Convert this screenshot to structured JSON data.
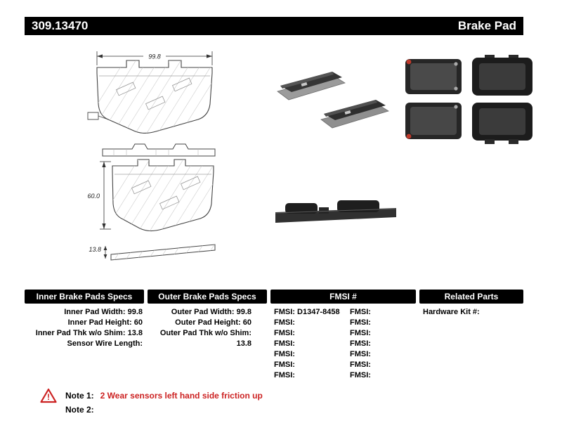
{
  "header": {
    "part_number": "309.13470",
    "product_type": "Brake Pad"
  },
  "drawings": {
    "width_dim": "99.8",
    "height_dim": "60.0",
    "thickness_dim": "13.8"
  },
  "specs": {
    "inner": {
      "title": "Inner Brake Pads Specs",
      "rows": [
        {
          "label": "Inner Pad Width:",
          "value": "99.8"
        },
        {
          "label": "Inner Pad Height:",
          "value": "60"
        },
        {
          "label": "Inner Pad Thk w/o Shim:",
          "value": "13.8"
        },
        {
          "label": "Sensor Wire Length:",
          "value": ""
        }
      ]
    },
    "outer": {
      "title": "Outer Brake Pads Specs",
      "rows": [
        {
          "label": "Outer Pad Width:",
          "value": "99.8"
        },
        {
          "label": "Outer Pad Height:",
          "value": "60"
        },
        {
          "label": "Outer Pad Thk w/o Shim:",
          "value": "13.8"
        }
      ]
    },
    "fmsi": {
      "title": "FMSI #",
      "rows": [
        {
          "l": "FMSI:",
          "lv": "D1347-8458",
          "r": "FMSI:",
          "rv": ""
        },
        {
          "l": "FMSI:",
          "lv": "",
          "r": "FMSI:",
          "rv": ""
        },
        {
          "l": "FMSI:",
          "lv": "",
          "r": "FMSI:",
          "rv": ""
        },
        {
          "l": "FMSI:",
          "lv": "",
          "r": "FMSI:",
          "rv": ""
        },
        {
          "l": "FMSI:",
          "lv": "",
          "r": "FMSI:",
          "rv": ""
        },
        {
          "l": "FMSI:",
          "lv": "",
          "r": "FMSI:",
          "rv": ""
        },
        {
          "l": "FMSI:",
          "lv": "",
          "r": "FMSI:",
          "rv": ""
        }
      ]
    },
    "related": {
      "title": "Related Parts",
      "rows": [
        {
          "label": "Hardware Kit #:",
          "value": ""
        }
      ]
    }
  },
  "notes": {
    "note1_label": "Note 1:",
    "note1_text": "2 Wear sensors left hand side friction up",
    "note2_label": "Note 2:",
    "note2_text": "",
    "warning_icon": "warning-triangle"
  },
  "colors": {
    "header_bg": "#000000",
    "note_red": "#cc2222"
  }
}
